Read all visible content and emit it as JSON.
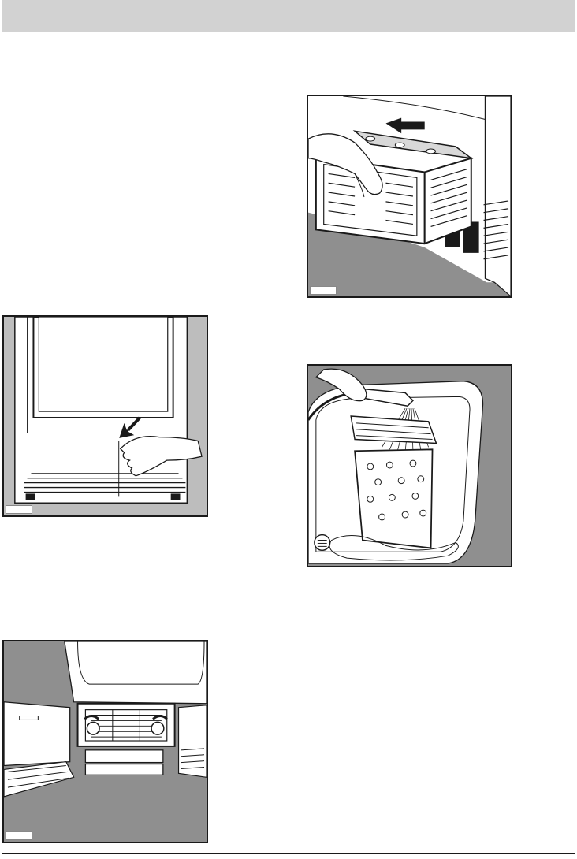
{
  "page": {
    "header_text": "",
    "figures": [
      {
        "id": "fig-filter-removal",
        "caption": ""
      },
      {
        "id": "fig-filter-rinse",
        "caption": ""
      },
      {
        "id": "fig-kickplate-open",
        "caption": ""
      },
      {
        "id": "fig-filter-clips",
        "caption": ""
      }
    ]
  },
  "colors": {
    "line": "#1a1a1a",
    "floor_gray": "#8f8f8f",
    "panel_gray": "#bdbdbd",
    "header_gray": "#d2d2d2"
  }
}
